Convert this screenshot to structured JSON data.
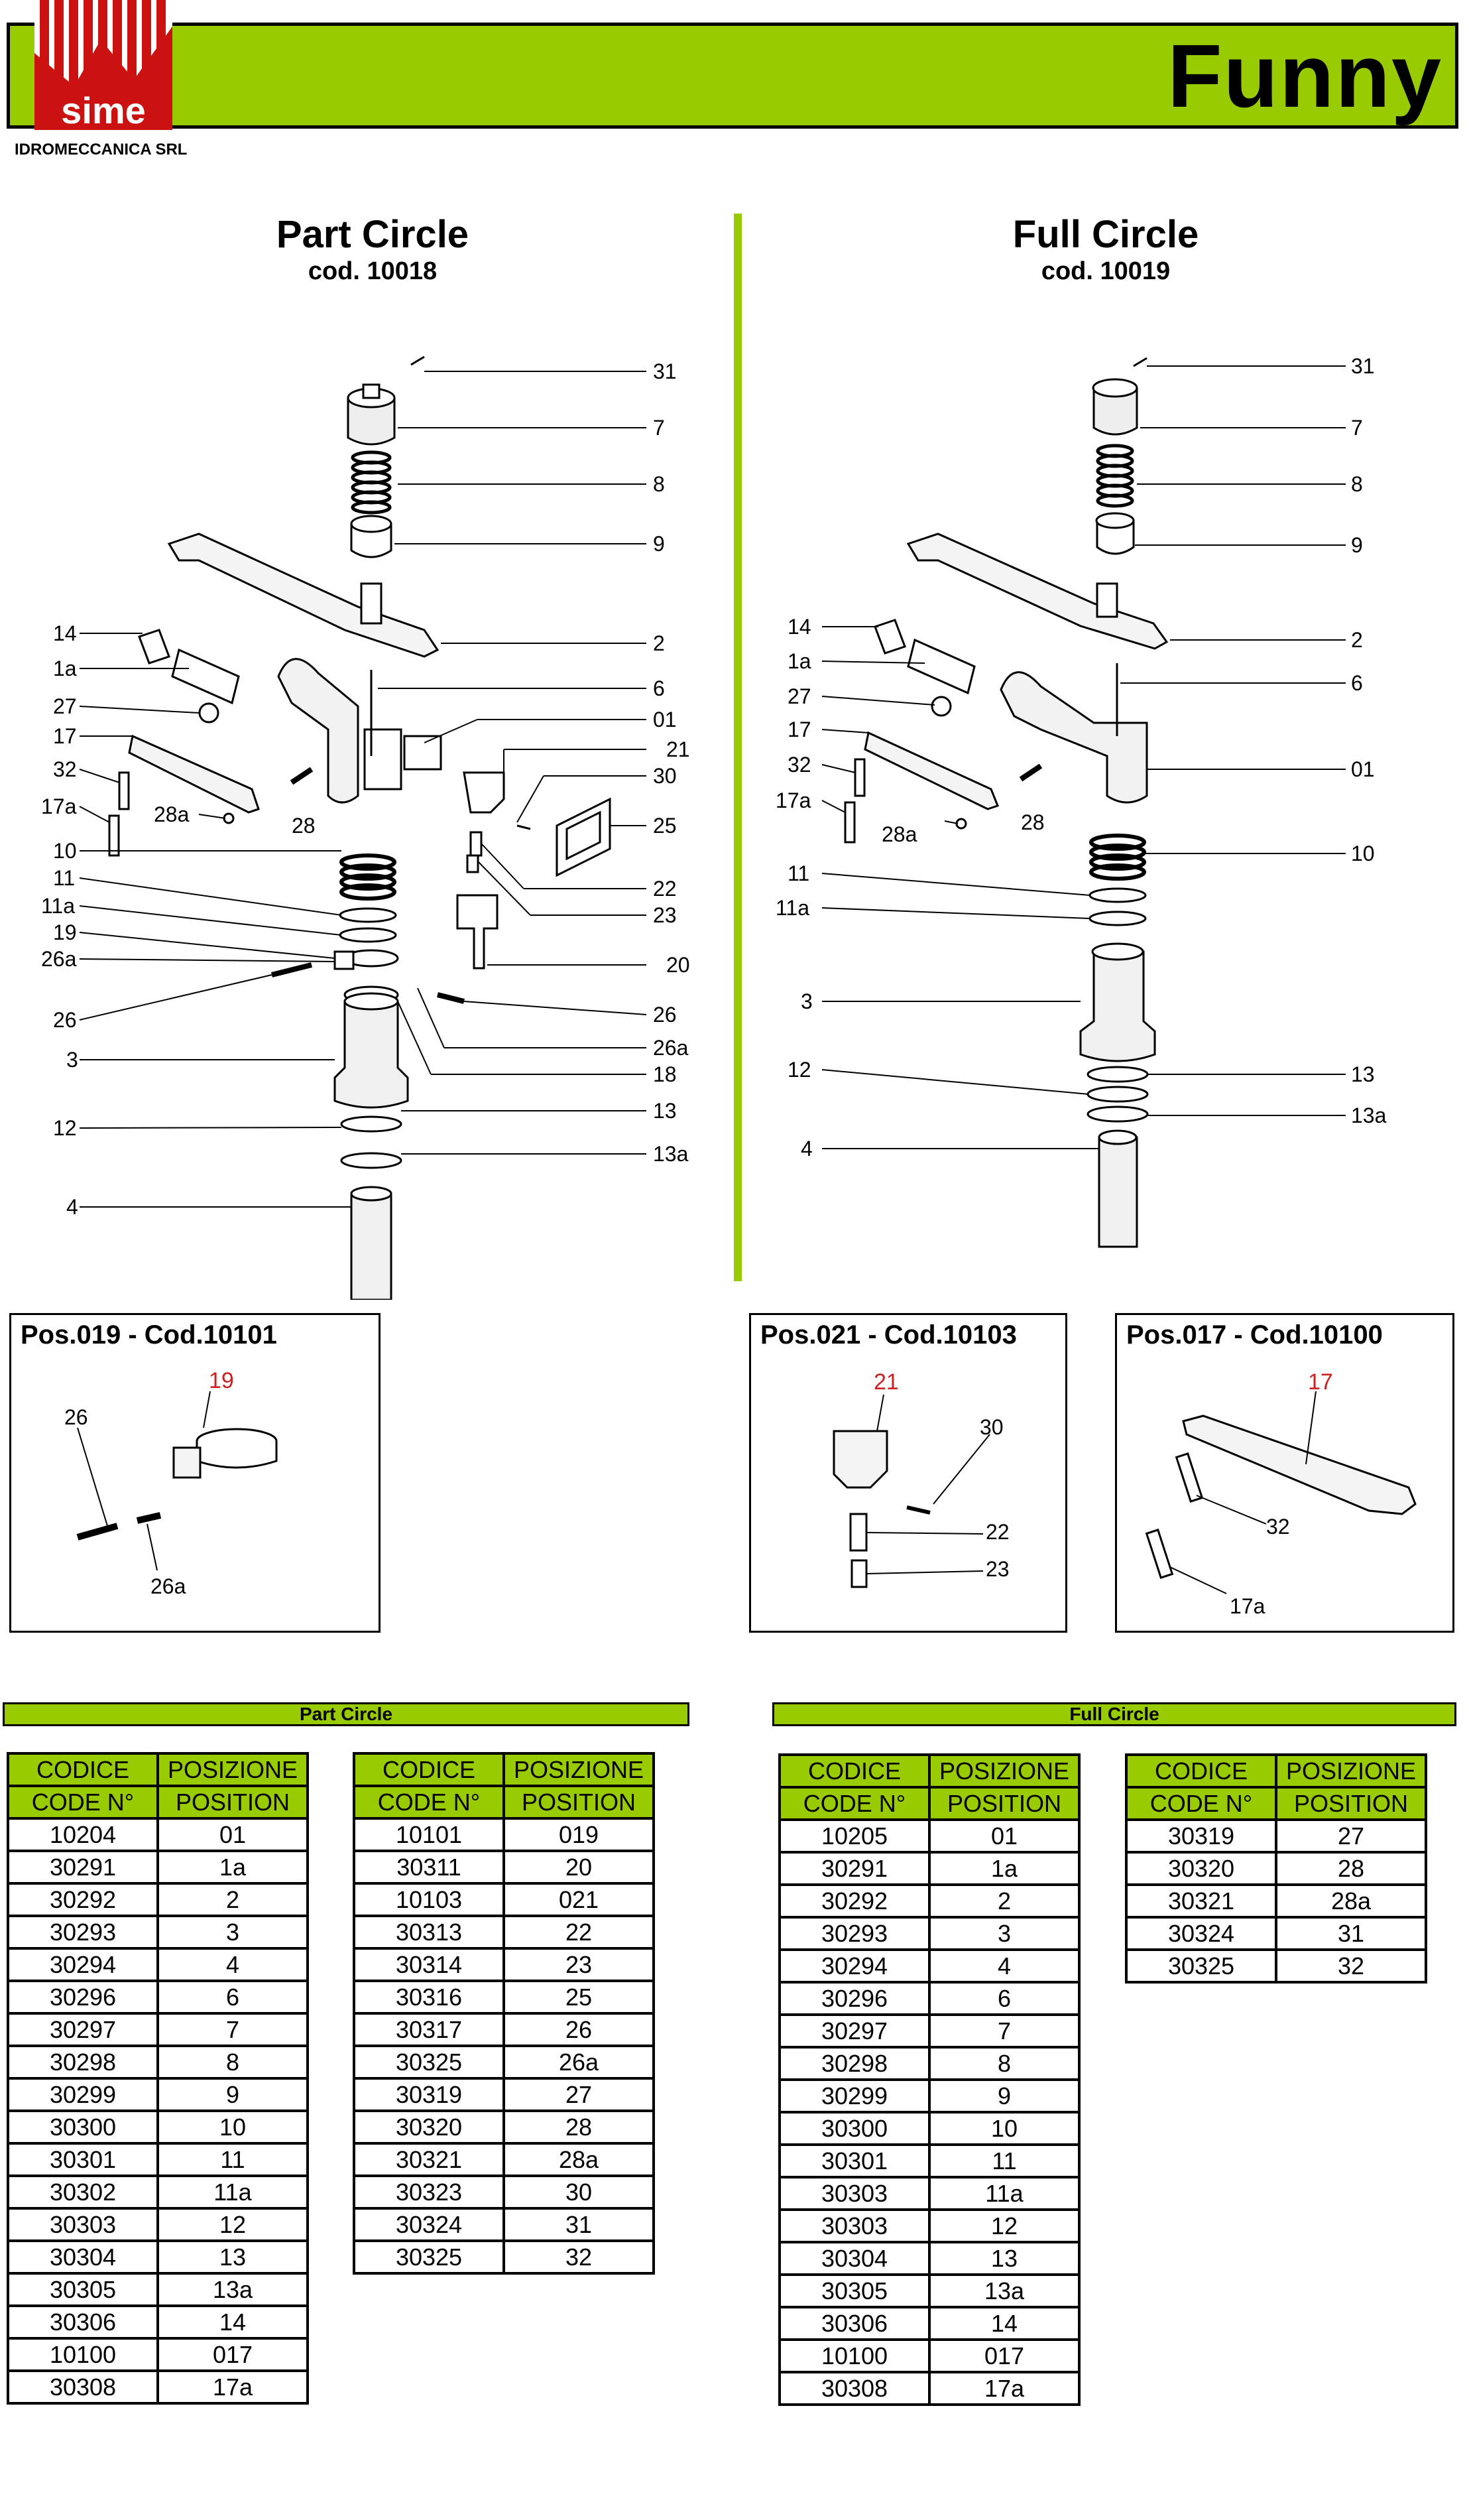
{
  "header": {
    "logo_text": "sime",
    "company": "IDROMECCANICA SRL",
    "product": "Funny"
  },
  "sections": {
    "part": {
      "title": "Part Circle",
      "code": "cod. 10018"
    },
    "full": {
      "title": "Full Circle",
      "code": "cod. 10019"
    }
  },
  "diagram_part_labels": {
    "right": [
      "31",
      "7",
      "8",
      "9",
      "2",
      "6",
      "01",
      "21",
      "30",
      "25",
      "22",
      "23",
      "20",
      "26",
      "26a",
      "18",
      "13",
      "13a"
    ],
    "left": [
      "14",
      "1a",
      "27",
      "17",
      "32",
      "17a",
      "28a",
      "28",
      "10",
      "11",
      "11a",
      "19",
      "26a",
      "26",
      "3",
      "12",
      "4"
    ]
  },
  "diagram_full_labels": {
    "right": [
      "31",
      "7",
      "8",
      "9",
      "2",
      "6",
      "01",
      "10",
      "13",
      "13a"
    ],
    "left": [
      "14",
      "1a",
      "27",
      "17",
      "32",
      "17a",
      "28a",
      "28",
      "11",
      "11a",
      "3",
      "12",
      "4"
    ]
  },
  "callouts": [
    {
      "title": "Pos.019 - Cod.10101",
      "red": "19",
      "labels": [
        "26",
        "26a"
      ]
    },
    {
      "title": "Pos.021 - Cod.10103",
      "red": "21",
      "labels": [
        "30",
        "22",
        "23"
      ]
    },
    {
      "title": "Pos.017 - Cod.10100",
      "red": "17",
      "labels": [
        "32",
        "17a"
      ]
    }
  ],
  "tables": {
    "part_band": "Part Circle",
    "full_band": "Full Circle",
    "headers": {
      "codice": "CODICE",
      "posizione": "POSIZIONE",
      "code_n": "CODE N°",
      "position": "POSITION"
    },
    "part_1": [
      [
        "10204",
        "01"
      ],
      [
        "30291",
        "1a"
      ],
      [
        "30292",
        "2"
      ],
      [
        "30293",
        "3"
      ],
      [
        "30294",
        "4"
      ],
      [
        "30296",
        "6"
      ],
      [
        "30297",
        "7"
      ],
      [
        "30298",
        "8"
      ],
      [
        "30299",
        "9"
      ],
      [
        "30300",
        "10"
      ],
      [
        "30301",
        "11"
      ],
      [
        "30302",
        "11a"
      ],
      [
        "30303",
        "12"
      ],
      [
        "30304",
        "13"
      ],
      [
        "30305",
        "13a"
      ],
      [
        "30306",
        "14"
      ],
      [
        "10100",
        "017"
      ],
      [
        "30308",
        "17a"
      ]
    ],
    "part_2": [
      [
        "10101",
        "019"
      ],
      [
        "30311",
        "20"
      ],
      [
        "10103",
        "021"
      ],
      [
        "30313",
        "22"
      ],
      [
        "30314",
        "23"
      ],
      [
        "30316",
        "25"
      ],
      [
        "30317",
        "26"
      ],
      [
        "30325",
        "26a"
      ],
      [
        "30319",
        "27"
      ],
      [
        "30320",
        "28"
      ],
      [
        "30321",
        "28a"
      ],
      [
        "30323",
        "30"
      ],
      [
        "30324",
        "31"
      ],
      [
        "30325",
        "32"
      ]
    ],
    "full_1": [
      [
        "10205",
        "01"
      ],
      [
        "30291",
        "1a"
      ],
      [
        "30292",
        "2"
      ],
      [
        "30293",
        "3"
      ],
      [
        "30294",
        "4"
      ],
      [
        "30296",
        "6"
      ],
      [
        "30297",
        "7"
      ],
      [
        "30298",
        "8"
      ],
      [
        "30299",
        "9"
      ],
      [
        "30300",
        "10"
      ],
      [
        "30301",
        "11"
      ],
      [
        "30303",
        "11a"
      ],
      [
        "30303",
        "12"
      ],
      [
        "30304",
        "13"
      ],
      [
        "30305",
        "13a"
      ],
      [
        "30306",
        "14"
      ],
      [
        "10100",
        "017"
      ],
      [
        "30308",
        "17a"
      ]
    ],
    "full_2": [
      [
        "30319",
        "27"
      ],
      [
        "30320",
        "28"
      ],
      [
        "30321",
        "28a"
      ],
      [
        "30324",
        "31"
      ],
      [
        "30325",
        "32"
      ]
    ]
  },
  "colors": {
    "accent": "#99cc00",
    "red_label": "#cc2222",
    "logo_red": "#cc1111"
  }
}
